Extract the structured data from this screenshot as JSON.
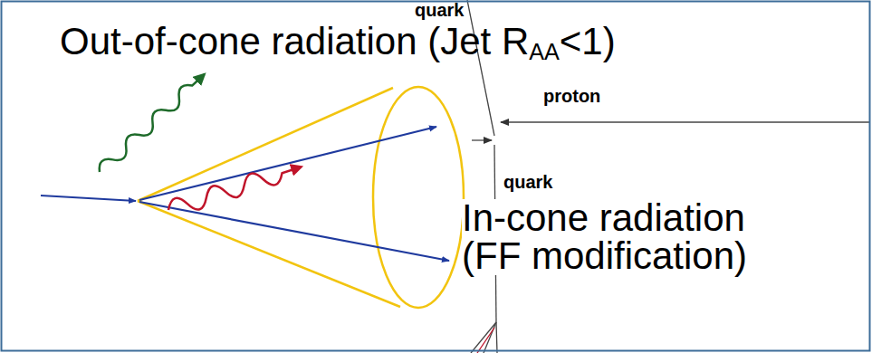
{
  "diagram": {
    "labels": [
      "quark",
      "proton",
      "Out-of-cone radiation (Jet R",
      "AA",
      "<1)",
      "In-cone radiation (FF modification)",
      "quark"
    ]
  }
}
